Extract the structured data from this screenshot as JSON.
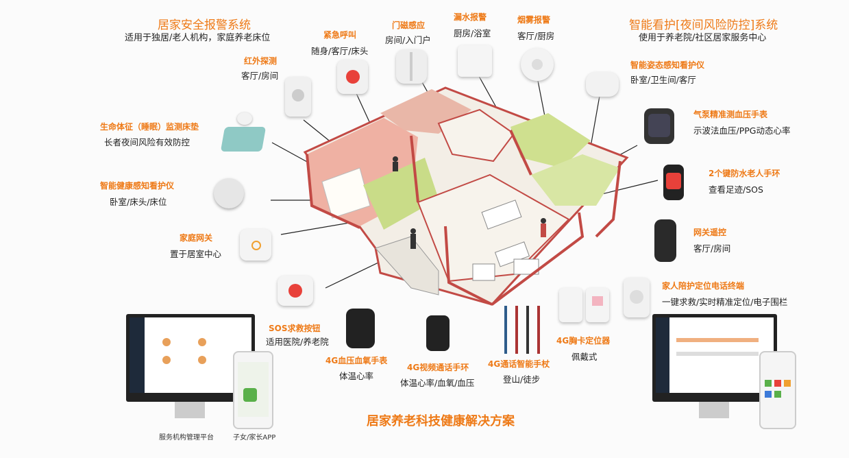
{
  "title_left": {
    "main": "居家安全报警系统",
    "sub": "适用于独居/老人机构，家庭养老床位"
  },
  "title_right": {
    "main": "智能看护[夜间风险防控]系统",
    "sub": "使用于养老院/社区居家服务中心"
  },
  "footer_title": "居家养老科技健康解决方案",
  "platform_label": "服务机构管理平台",
  "app_label": "子女/家长APP",
  "devices": {
    "emergency_call": {
      "name": "紧急呼叫",
      "desc": "随身/客厅/床头"
    },
    "door_sensor": {
      "name": "门磁感应",
      "desc": "房间/入门户"
    },
    "water_leak": {
      "name": "漏水报警",
      "desc": "厨房/浴室"
    },
    "smoke_alarm": {
      "name": "烟雾报警",
      "desc": "客厅/厨房"
    },
    "infrared": {
      "name": "红外探测",
      "desc": "客厅/房间"
    },
    "posture_sensor": {
      "name": "智能姿态感知看护仪",
      "desc": "卧室/卫生间/客厅"
    },
    "vital_mattress": {
      "name": "生命体征（睡眠）监测床垫",
      "desc": "长者夜间风险有效防控"
    },
    "bp_watch": {
      "name": "气泵精准测血压手表",
      "desc": "示波法血压/PPG动态心率"
    },
    "health_monitor": {
      "name": "智能健康感知看护仪",
      "desc": "卧室/床头/床位"
    },
    "waterproof_band": {
      "name": "2个键防水老人手环",
      "desc": "查看足迹/SOS"
    },
    "gateway": {
      "name": "家庭网关",
      "desc": "置于居室中心"
    },
    "remote": {
      "name": "网关遥控",
      "desc": "客厅/房间"
    },
    "sos_button": {
      "name": "SOS求救按钮",
      "desc": "适用医院/养老院"
    },
    "family_terminal": {
      "name": "家人陪护定位电话终端",
      "desc": "一键求救/实时精准定位/电子围栏"
    },
    "bp_o2_watch": {
      "name": "4G血压血氧手表",
      "desc": "体温心率"
    },
    "video_band": {
      "name": "4G视频通话手环",
      "desc": "体温心率/血氧/血压"
    },
    "smart_cane": {
      "name": "4G通话智能手杖",
      "desc": "登山/徒步"
    },
    "badge_locator": {
      "name": "4G胸卡定位器",
      "desc": "佩戴式"
    }
  },
  "colors": {
    "accent": "#ee7a17",
    "wall_red": "#c24a45",
    "room_pink": "#efb1a3",
    "room_green": "#c9dc88",
    "floor": "#f3eee6"
  }
}
